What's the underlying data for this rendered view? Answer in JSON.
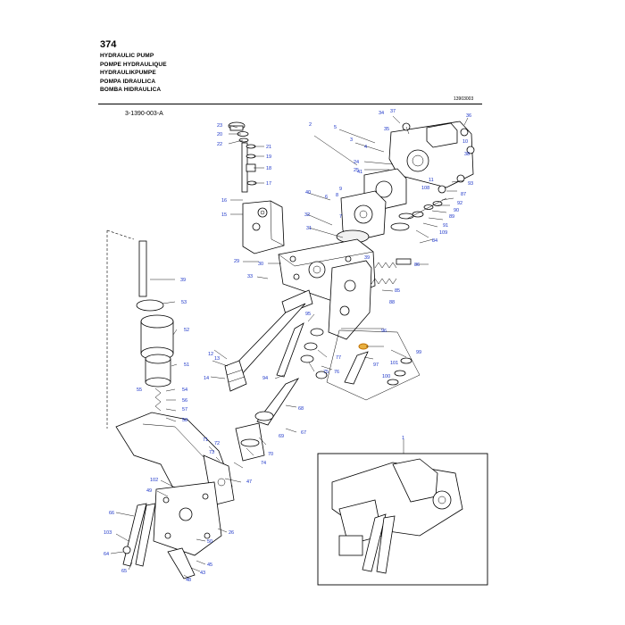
{
  "header": {
    "page_number": "374",
    "titles": [
      "HYDRAULIC PUMP",
      "POMPE HYDRAULIQUE",
      "HYDRAULIKPUMPE",
      "POMPA IDRAULICA",
      "BOMBA HIDRAULICA"
    ],
    "drawing_number": "13903003",
    "assembly_ref": "3-1390-003-A"
  },
  "callouts": [
    "23",
    "20",
    "22",
    "21",
    "19",
    "18",
    "17",
    "16",
    "15",
    "2",
    "5",
    "3",
    "4",
    "24",
    "25",
    "36",
    "34",
    "37",
    "10",
    "35",
    "38",
    "11",
    "93",
    "87",
    "92",
    "90",
    "89",
    "91",
    "108",
    "109",
    "84",
    "86",
    "41",
    "9",
    "8",
    "6",
    "7",
    "40",
    "32",
    "31",
    "39",
    "30",
    "29",
    "33",
    "85",
    "88",
    "95",
    "96",
    "77",
    "97",
    "99",
    "101",
    "100",
    "76",
    "75",
    "39",
    "53",
    "52",
    "51",
    "12",
    "13",
    "14",
    "94",
    "54",
    "55",
    "56",
    "57",
    "58",
    "68",
    "67",
    "69",
    "70",
    "74",
    "72",
    "73",
    "71",
    "47",
    "1",
    "102",
    "49",
    "66",
    "103",
    "64",
    "65",
    "26",
    "50",
    "45",
    "43",
    "48"
  ]
}
